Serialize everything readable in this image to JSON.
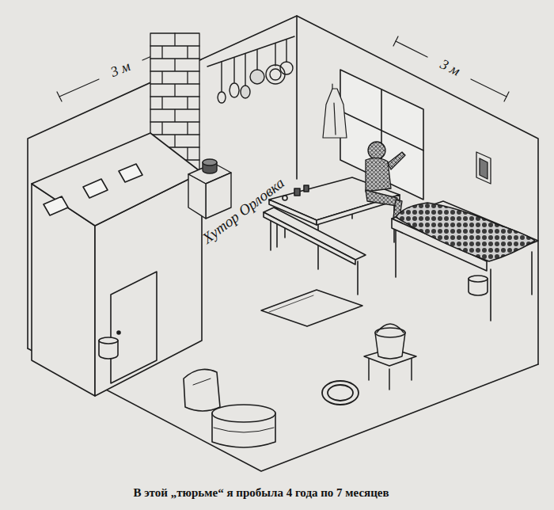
{
  "diagram": {
    "caption": "В этой „тюрьме“ я пробыла 4 года по 7 месяцев",
    "labels": [
      "3 м",
      "3 м",
      "Хутор Орловка"
    ]
  }
}
